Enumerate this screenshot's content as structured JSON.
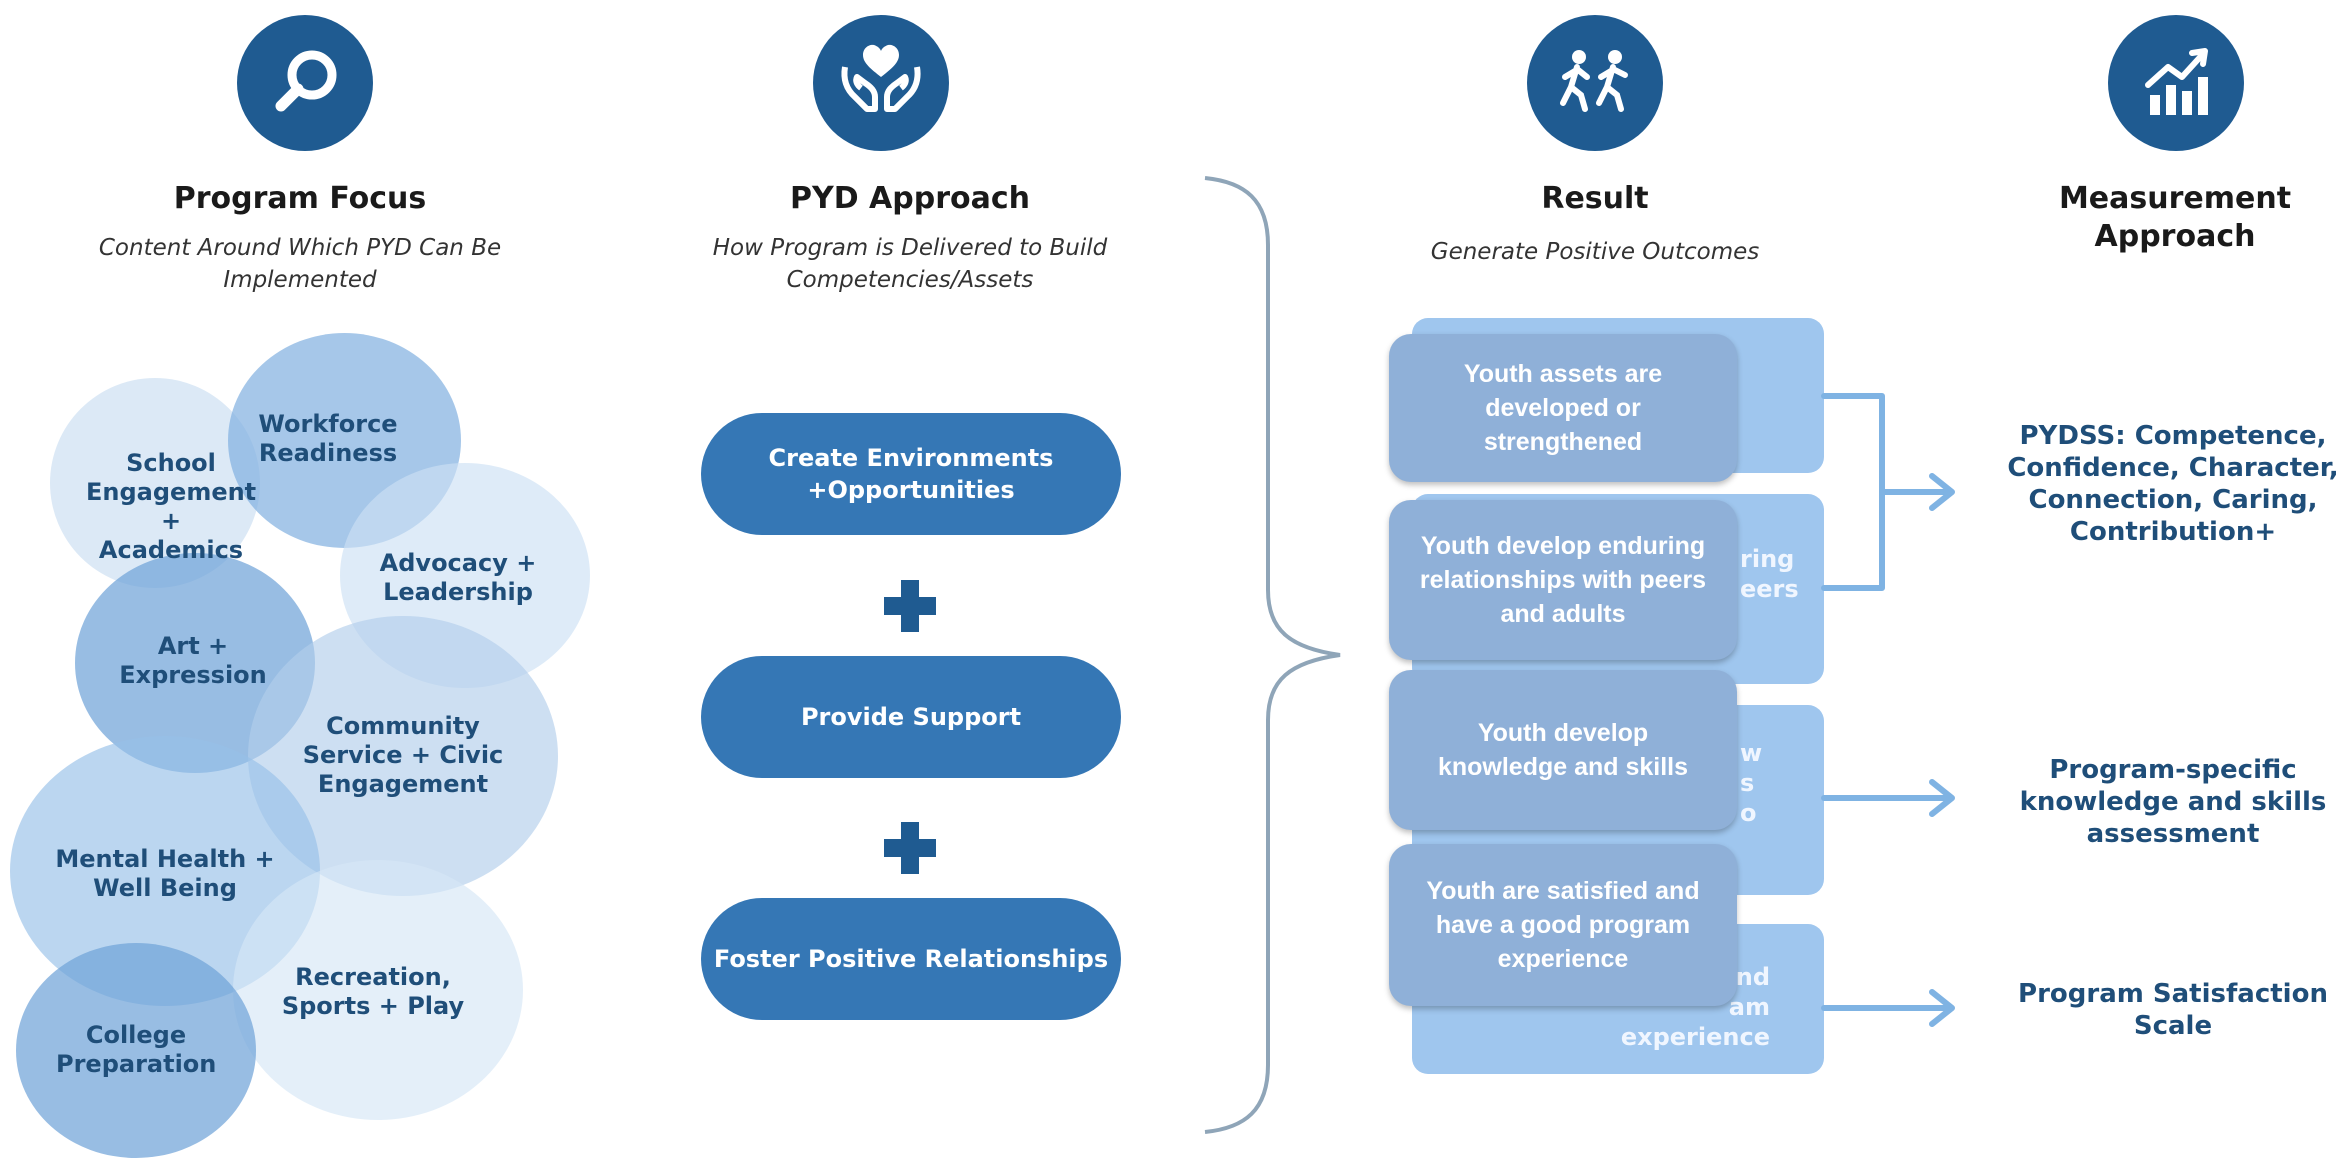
{
  "colors": {
    "icon_bg": "#1f5b91",
    "pill_bg": "#3577b5",
    "bubble_text": "#1f4e79",
    "result_front": "#8fb0d8",
    "result_back": "#9fc6ee",
    "arrow": "#7fb3e3"
  },
  "columns": [
    {
      "icon": "magnifier-icon",
      "title": "Program Focus",
      "subtitle": "Content Around Which PYD Can Be Implemented"
    },
    {
      "icon": "heart-hands-icon",
      "title": "PYD Approach",
      "subtitle": "How Program is Delivered to Build Competencies/Assets"
    },
    {
      "icon": "running-people-icon",
      "title": "Result",
      "subtitle": "Generate Positive Outcomes"
    },
    {
      "icon": "growth-chart-icon",
      "title": "Measurement Approach",
      "subtitle": ""
    }
  ],
  "program_focus": [
    "School Engagement + Academics",
    "Workforce Readiness",
    "Advocacy + Leadership",
    "Art + Expression",
    "Community Service + Civic Engagement",
    "Mental Health + Well Being",
    "Recreation, Sports + Play",
    "College Preparation"
  ],
  "approach": {
    "steps": [
      "Create Environments +Opportunities",
      "Provide Support",
      "Foster Positive Relationships"
    ],
    "plus": "+"
  },
  "results": [
    "Youth assets are developed or strengthened",
    "Youth develop enduring relationships with peers and adults",
    "Youth develop knowledge and skills",
    "Youth are satisfied and have a good program experience"
  ],
  "results_background_fragments": {
    "box2": "ring\neers",
    "box3": "w\ns\no",
    "box4": "and\nam\nexperience"
  },
  "measurements": [
    "PYDSS: Competence, Confidence, Character, Connection, Caring, Contribution+",
    "Program-specific knowledge and skills assessment",
    "Program Satisfaction Scale"
  ]
}
